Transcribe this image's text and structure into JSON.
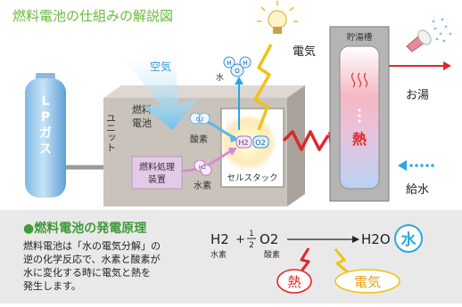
{
  "title": "燃料電池の仕組みの解説図",
  "gas_cylinder": {
    "label": "LPガス"
  },
  "fuel_cell_unit": {
    "label_line1": "燃料",
    "label_line2": "電池",
    "label_line3": "ユニット"
  },
  "processor": {
    "line1": "燃料処理",
    "line2": "装置"
  },
  "cell_stack": {
    "label": "セルスタック"
  },
  "molecules": {
    "o2": "O2",
    "h2": "H2",
    "h2_in": "H2"
  },
  "labels": {
    "air": "空気",
    "oxygen": "酸素",
    "hydrogen": "水素",
    "water": "水",
    "electricity": "電気",
    "heat": "熱",
    "hot_water": "お湯",
    "water_supply": "給水"
  },
  "water_molecule": {
    "h1": "H",
    "o": "O",
    "h2": "H"
  },
  "tank": {
    "label": "貯湯槽"
  },
  "principle": {
    "title": "●燃料電池の発電原理",
    "description": [
      "燃料電池は「水の電気分解」の",
      "逆の化学反応で、水素と酸素が",
      "水に変化する時に電気と熱を",
      "発生します。"
    ],
    "equation": {
      "h2": "H2",
      "plus": "+",
      "frac_num": "1",
      "frac_den": "2",
      "o2": "O2",
      "h2o": "H2O",
      "h2_label": "水素",
      "o2_label": "酸素",
      "water": "水",
      "heat": "熱",
      "electricity": "電気"
    }
  },
  "colors": {
    "title_green": "#6aba3c",
    "accent_red": "#e0262b",
    "blue_arrow": "#5bb8e6",
    "cyan_arrow": "#29a8e0",
    "unit_gray": "#c9c3bb"
  }
}
